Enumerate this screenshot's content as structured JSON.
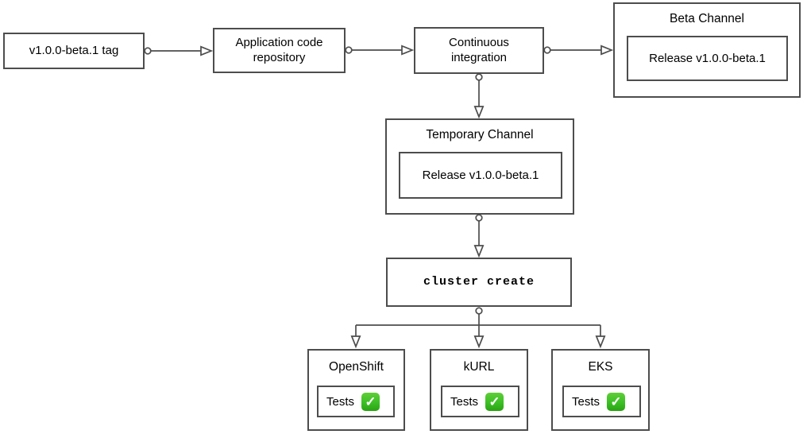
{
  "diagram_type": "flowchart",
  "colors": {
    "stroke": "#4d4d4d",
    "text": "#000000",
    "background": "#ffffff",
    "check_green": "#3cbf26"
  },
  "nodes": {
    "tag": {
      "label": "v1.0.0-beta.1 tag"
    },
    "repo": {
      "label": "Application code repository"
    },
    "ci": {
      "label": "Continuous integration"
    },
    "beta_channel": {
      "title": "Beta Channel",
      "release_label": "Release v1.0.0-beta.1"
    },
    "temp_channel": {
      "title": "Temporary Channel",
      "release_label": "Release v1.0.0-beta.1"
    },
    "cluster_create": {
      "label": "cluster create"
    },
    "clusters": [
      {
        "title": "OpenShift",
        "tests_label": "Tests",
        "check_icon": "✓"
      },
      {
        "title": "kURL",
        "tests_label": "Tests",
        "check_icon": "✓"
      },
      {
        "title": "EKS",
        "tests_label": "Tests",
        "check_icon": "✓"
      }
    ]
  }
}
